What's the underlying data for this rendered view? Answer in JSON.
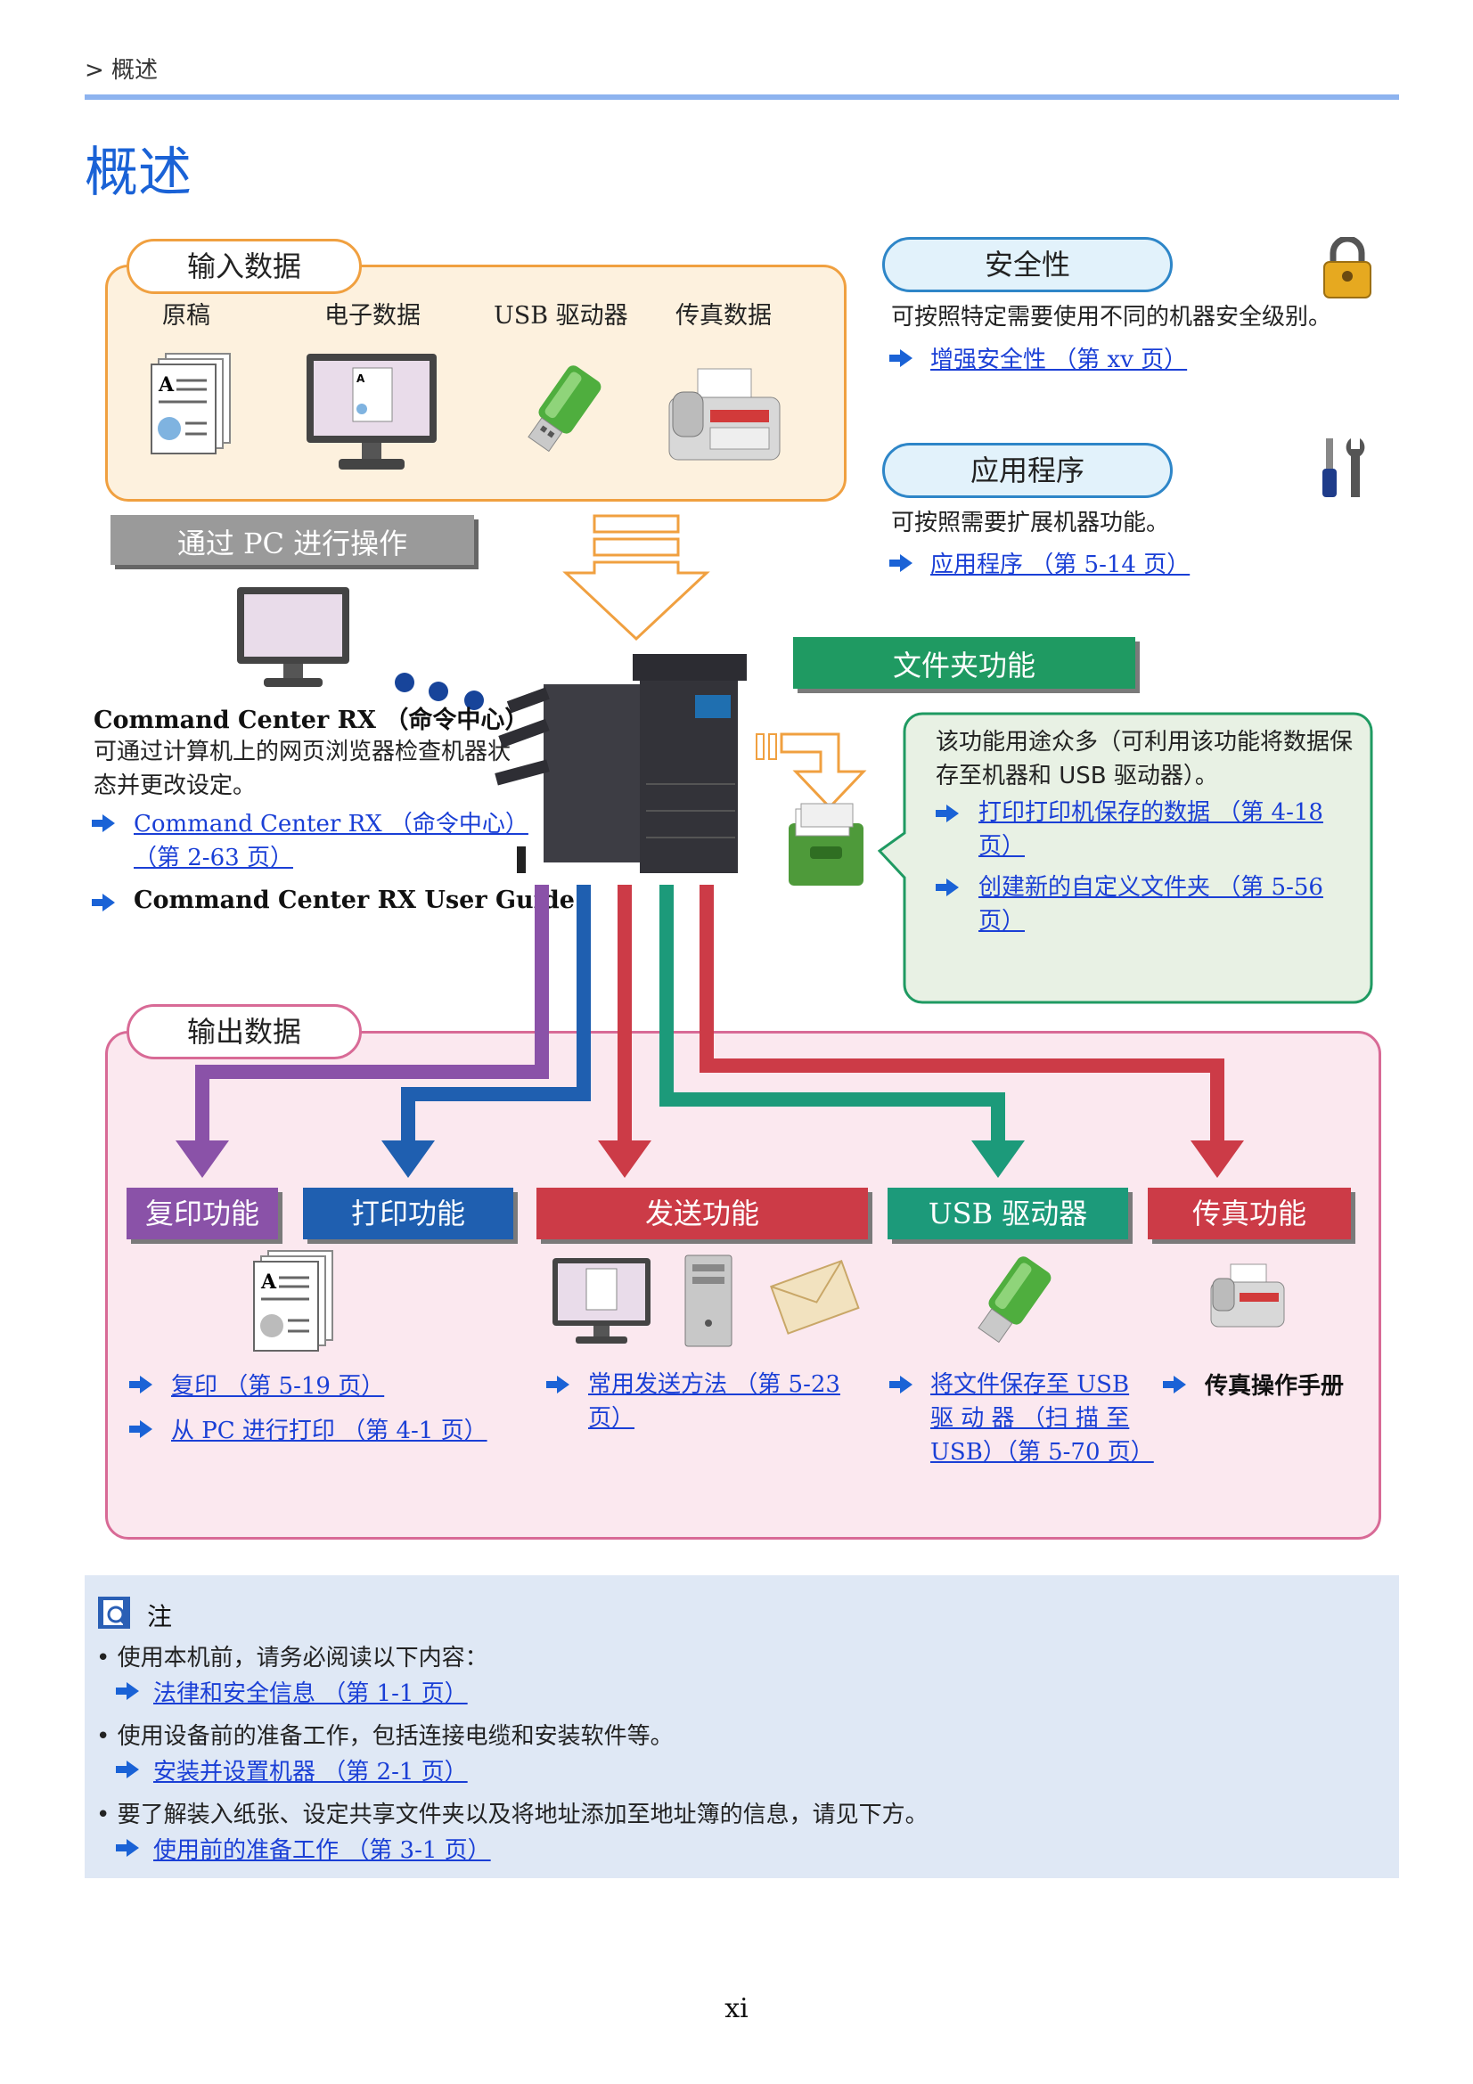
{
  "header": {
    "breadcrumb": "> 概述"
  },
  "page_title": "概述",
  "input": {
    "label": "输入数据",
    "items": [
      "原稿",
      "电子数据",
      "USB 驱动器",
      "传真数据"
    ]
  },
  "security": {
    "label": "安全性",
    "desc": "可按照特定需要使用不同的机器安全级别。",
    "link": "增强安全性 （第 xv 页）"
  },
  "application": {
    "label": "应用程序",
    "desc": "可按照需要扩展机器功能。",
    "link": "应用程序 （第 5-14 页）"
  },
  "pc": {
    "label": "通过 PC 进行操作",
    "title": "Command Center RX （命令中心）",
    "desc": "可通过计算机上的网页浏览器检查机器状态并更改设定。",
    "link1a": "Command Center RX （命令中心）",
    "link1b": "（第 2-63 页）",
    "guide": "Command Center RX User Guide"
  },
  "folder": {
    "label": "文件夹功能",
    "desc": "该功能用途众多（可利用该功能将数据保存至机器和 USB 驱动器）。",
    "link1a": "打印打印机保存的数据 （第 4-18",
    "link1b": "页）",
    "link2a": "创建新的自定义文件夹 （第 5-56",
    "link2b": "页）"
  },
  "output": {
    "label": "输出数据",
    "functions": [
      "复印功能",
      "打印功能",
      "发送功能",
      "USB 驱动器",
      "传真功能"
    ],
    "links": {
      "copy": "复印 （第 5-19 页）",
      "print": "从 PC 进行打印 （第 4-1 页）",
      "send_a": "常用发送方法 （第 5-23",
      "send_b": "页）",
      "usb_a": "将文件保存至 USB",
      "usb_b": "驱 动 器 （扫 描 至",
      "usb_c": "USB）（第 5-70 页）",
      "fax": "传真操作手册"
    }
  },
  "note": {
    "title": "注",
    "items": [
      {
        "text": "使用本机前，请务必阅读以下内容：",
        "link": "法律和安全信息 （第 1-1 页）"
      },
      {
        "text": "使用设备前的准备工作，包括连接电缆和安装软件等。",
        "link": "安装并设置机器 （第 2-1 页）"
      },
      {
        "text": "要了解装入纸张、设定共享文件夹以及将地址添加至地址簿的信息，请见下方。",
        "link": "使用前的准备工作 （第 3-1 页）"
      }
    ]
  },
  "footer": {
    "page_number": "xi"
  },
  "colors": {
    "accent_blue": "#1a62d6",
    "input_border": "#f0a040",
    "output_border": "#d86a96",
    "folder_green": "#1f9a62",
    "copy_purple": "#8a52a8",
    "print_blue": "#1f5fb0",
    "send_red": "#cc3b47",
    "usb_teal": "#1c9a7a",
    "fax_red": "#cc3b47"
  }
}
